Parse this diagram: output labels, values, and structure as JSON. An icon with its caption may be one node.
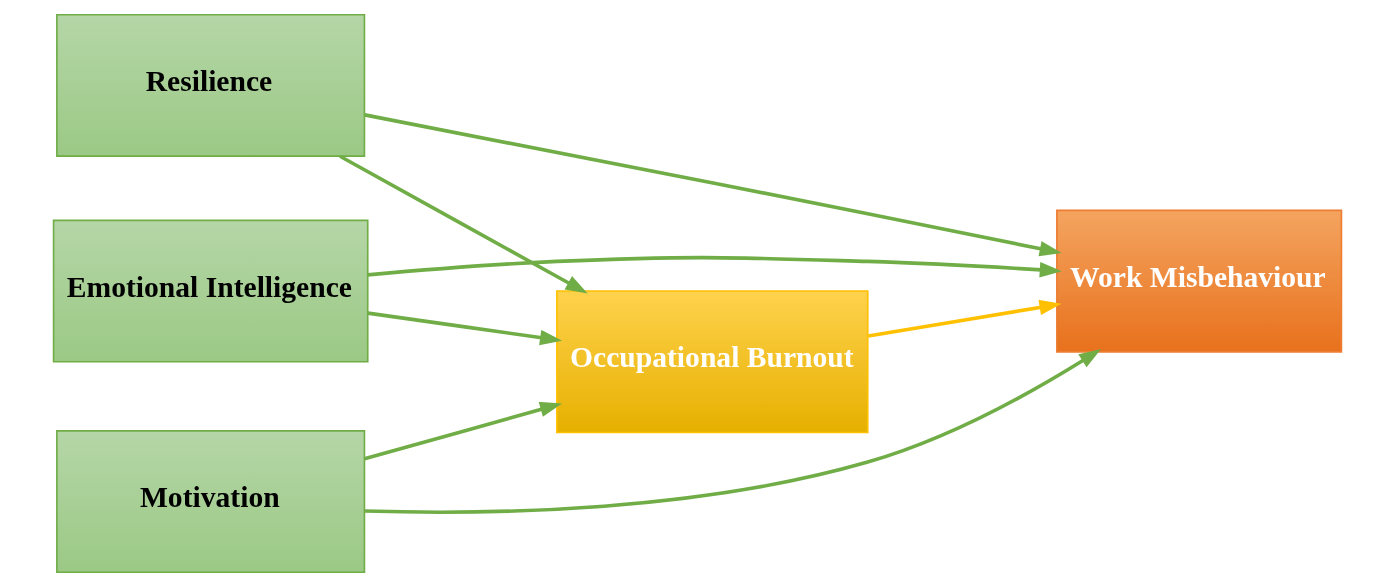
{
  "diagram": {
    "nodes": [
      {
        "text": [
          "Resilience"
        ]
      },
      {
        "text": [
          "Emotional Intelligence"
        ]
      },
      {
        "text": [
          "Motivation"
        ]
      },
      {
        "text": [
          "Occupational Burnout"
        ]
      },
      {
        "text": [
          "Work Misbehaviour"
        ]
      }
    ],
    "edges": [
      {
        "from": 0,
        "to": 4,
        "arrow": "to"
      },
      {
        "from": 0,
        "to": 3,
        "arrow": "to"
      },
      {
        "from": 1,
        "to": 3,
        "arrow": "to"
      },
      {
        "from": 3,
        "to": 4,
        "arrow": "to",
        "color": "#ffc000"
      },
      {
        "from": 1,
        "to": 4,
        "arrow": "to"
      },
      {
        "from": 2,
        "to": 3,
        "arrow": "to"
      },
      {
        "from": 2,
        "to": 4,
        "arrow": "to"
      }
    ]
  }
}
